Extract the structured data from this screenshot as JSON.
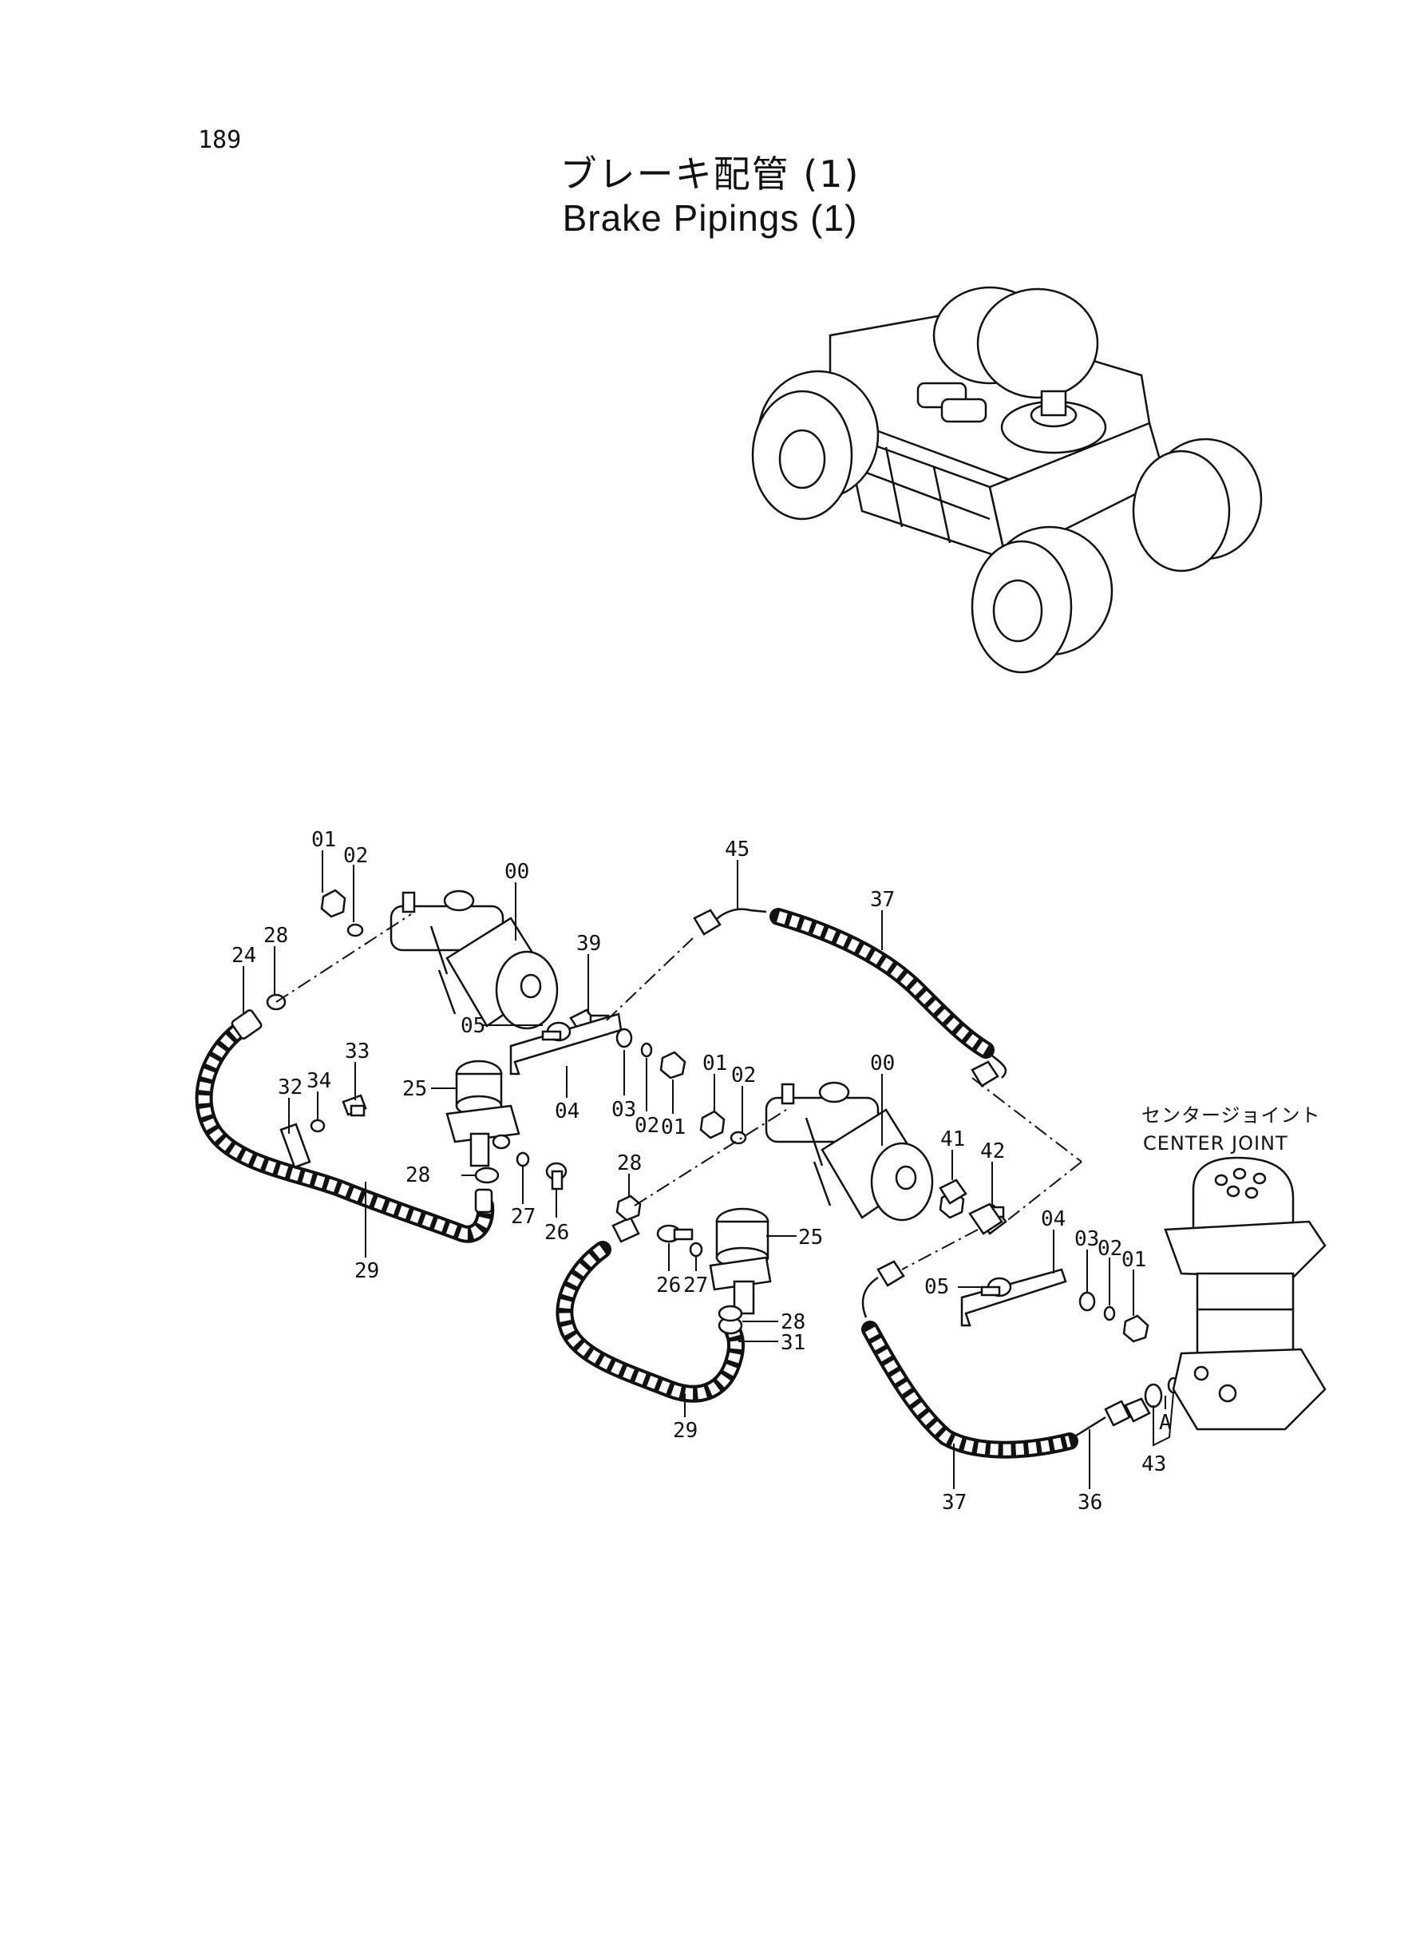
{
  "page": {
    "number": "189",
    "title_jp": "ブレーキ配管 (1)",
    "title_en": "Brake Pipings (1)"
  },
  "captions": {
    "center_joint_jp": "センタージョイント",
    "center_joint_en": "CENTER JOINT"
  },
  "parts": {
    "p00a": "00",
    "p01a": "01",
    "p02a": "02",
    "p45": "45",
    "p37a": "37",
    "p39": "39",
    "p28a": "28",
    "p24": "24",
    "p05a": "05",
    "p33": "33",
    "p34": "34",
    "p32": "32",
    "p25a": "25",
    "p04a": "04",
    "p03a": "03",
    "p02b": "02",
    "p01b": "01",
    "p01c": "01",
    "p02c": "02",
    "p00b": "00",
    "p41": "41",
    "p42": "42",
    "p28b": "28",
    "p27a": "27",
    "p26a": "26",
    "p29a": "29",
    "p28c": "28",
    "p25b": "25",
    "p26b": "26",
    "p27b": "27",
    "p28d": "28",
    "p31": "31",
    "p29b": "29",
    "p04b": "04",
    "p03b": "03",
    "p02d": "02",
    "p01d": "01",
    "p05b": "05",
    "pA": "A",
    "p43": "43",
    "p37b": "37",
    "p36": "36"
  }
}
